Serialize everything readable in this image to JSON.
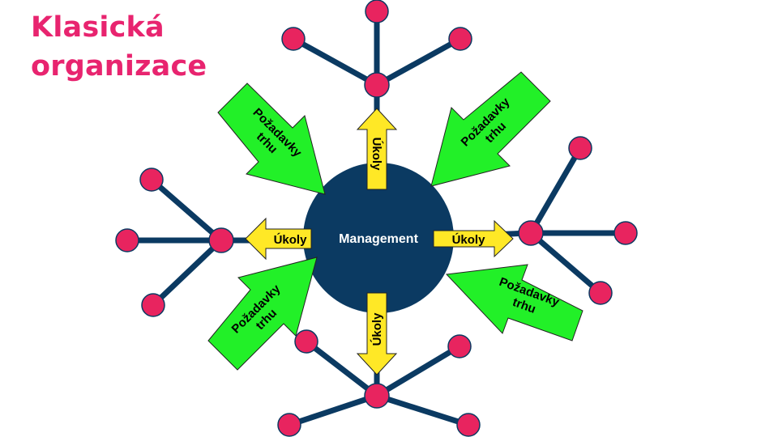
{
  "slide": {
    "title_line1": "Klasická",
    "title_line2": "organizace"
  },
  "diagram": {
    "center_label": "Management",
    "task_label": "Úkoly",
    "market_line1": "Požadavky",
    "market_line2": "trhu",
    "colors": {
      "title": "#e8246f",
      "circle": "#0b3a62",
      "node": "#e8245f",
      "line": "#0b3a62",
      "green_arrow": "#22f028",
      "yellow_arrow": "#ffe826"
    }
  }
}
